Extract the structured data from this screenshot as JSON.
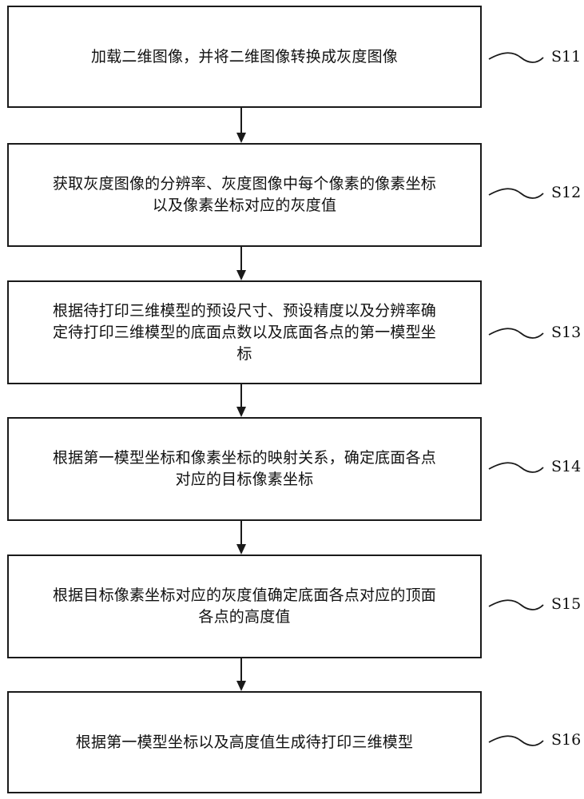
{
  "steps": [
    {
      "id": "S11",
      "text": "加载二维图像，并将二维图像转换成灰度图像"
    },
    {
      "id": "S12",
      "text": "获取灰度图像的分辨率、灰度图像中每个像素的像素坐标\n以及像素坐标对应的灰度值"
    },
    {
      "id": "S13",
      "text": "根据待打印三维模型的预设尺寸、预设精度以及分辨率确\n定待打印三维模型的底面点数以及底面各点的第一模型坐\n标"
    },
    {
      "id": "S14",
      "text": "根据第一模型坐标和像素坐标的映射关系，确定底面各点\n对应的目标像素坐标"
    },
    {
      "id": "S15",
      "text": "根据目标像素坐标对应的灰度值确定底面各点对应的顶面\n各点的高度值"
    },
    {
      "id": "S16",
      "text": "根据第一模型坐标以及高度值生成待打印三维模型"
    }
  ]
}
